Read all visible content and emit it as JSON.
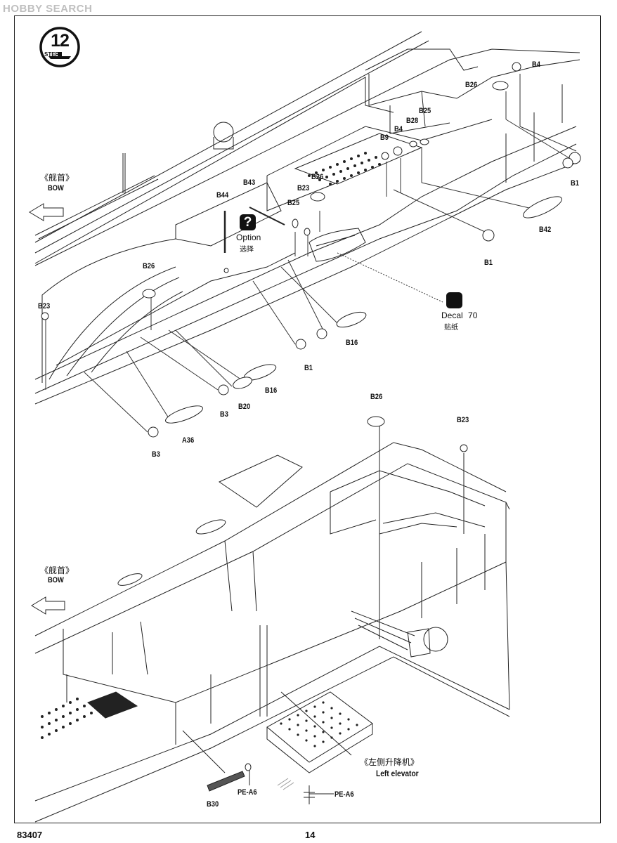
{
  "watermark": "HOBBY SEARCH",
  "step": {
    "number": "12",
    "label": "STEP"
  },
  "option": {
    "label": "Option",
    "cn": "选择",
    "icon_glyph": "?"
  },
  "decal": {
    "label": "Decal",
    "number": "70",
    "cn": "贴纸"
  },
  "bow_top": {
    "cn": "《舰首》",
    "en": "BOW"
  },
  "bow_bottom": {
    "cn": "《舰首》",
    "en": "BOW"
  },
  "elevator": {
    "cn": "《左侧升降机》",
    "en": "Left elevator"
  },
  "parts_top": {
    "b4_right": "B4",
    "b26_right": "B26",
    "b25_top": "B25",
    "b28": "B28",
    "b4_mid": "B4",
    "b9": "B9",
    "b43": "B43",
    "b26_mid": "B26",
    "b23_mid": "B23",
    "b25_left": "B25",
    "b44": "B44",
    "b1_right": "B1",
    "b42": "B42",
    "b1_mid": "B1",
    "b26_left": "B26",
    "b23_left": "B23",
    "b16_right": "B16",
    "b1_low": "B1",
    "b16_left": "B16",
    "b20": "B20",
    "b3_right": "B3",
    "a36": "A36",
    "b3_left": "B3"
  },
  "parts_bottom": {
    "b26": "B26",
    "b23": "B23",
    "pe_a6_left": "PE-A6",
    "pe_a6_right": "PE-A6",
    "b30": "B30"
  },
  "footer": {
    "catalog": "83407",
    "page": "14"
  }
}
